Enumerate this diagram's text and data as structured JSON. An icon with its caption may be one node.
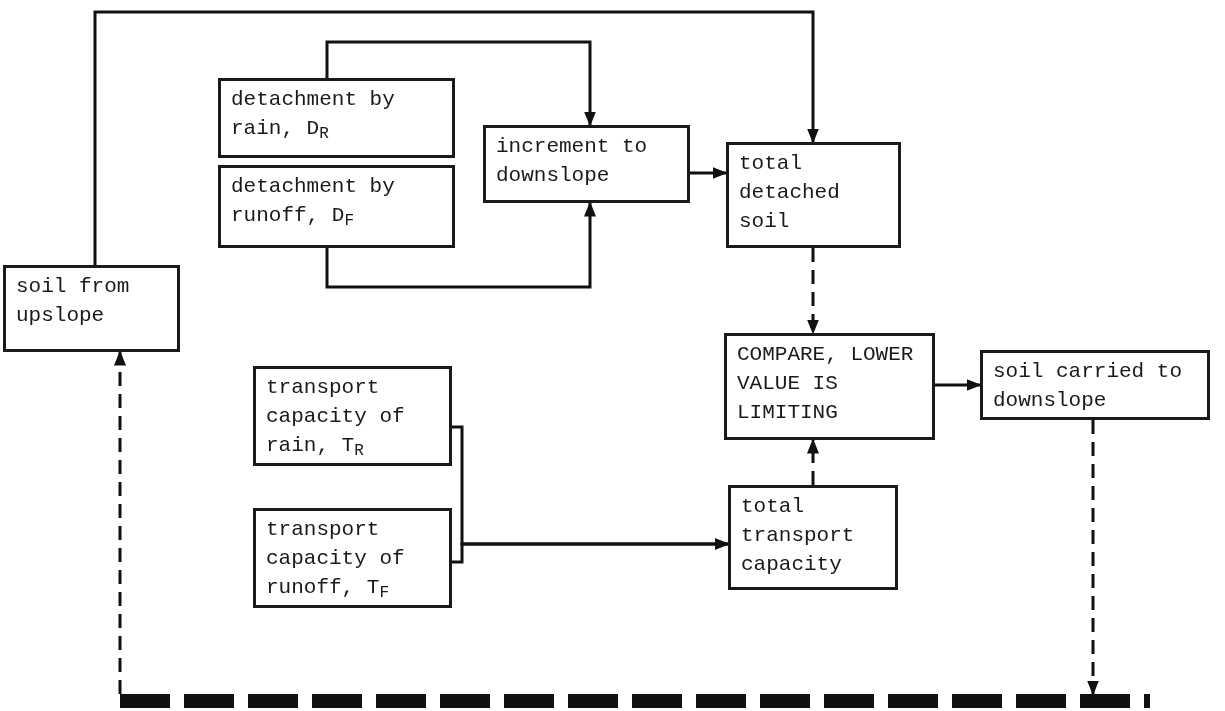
{
  "diagram": {
    "nodes": [
      {
        "text": [
          "soil from upslope"
        ]
      },
      {
        "text": [
          "detachment by rain, D$_{R}$"
        ]
      },
      {
        "text": [
          "detachment by runoff, D$_{F}$"
        ]
      },
      {
        "text": [
          "increment to downslope"
        ]
      },
      {
        "text": [
          "total detached soil"
        ]
      },
      {
        "text": [
          "COMPARE, LOWER VALUE IS LIMITING"
        ]
      },
      {
        "text": [
          "soil carried to downslope"
        ]
      },
      {
        "text": [
          "transport capacity of rain, T$_{R}$"
        ]
      },
      {
        "text": [
          "transport capacity of runoff, T$_{F}$"
        ]
      },
      {
        "text": [
          "total transport capacity"
        ]
      },
      {
        "text": [],
        "shape": "bar"
      }
    ],
    "edges": [
      {
        "from": 0,
        "to": 4,
        "arrow": "to"
      },
      {
        "from": 1,
        "to": 3,
        "arrow": "to"
      },
      {
        "from": 2,
        "to": 3,
        "arrow": "to"
      },
      {
        "from": 3,
        "to": 4,
        "arrow": "to"
      },
      {
        "from": 4,
        "to": 5,
        "arrow": "to",
        "style": "dashed"
      },
      {
        "from": 9,
        "to": 5,
        "arrow": "to",
        "style": "dashed"
      },
      {
        "from": 5,
        "to": 6,
        "arrow": "to"
      },
      {
        "from": 7,
        "to": 9,
        "arrow": "to"
      },
      {
        "from": 8,
        "to": 9,
        "arrow": "to"
      },
      {
        "from": 6,
        "to": 10,
        "arrow": "to",
        "style": "dashed"
      },
      {
        "from": 10,
        "to": 0,
        "arrow": "to",
        "style": "dashed"
      }
    ]
  }
}
